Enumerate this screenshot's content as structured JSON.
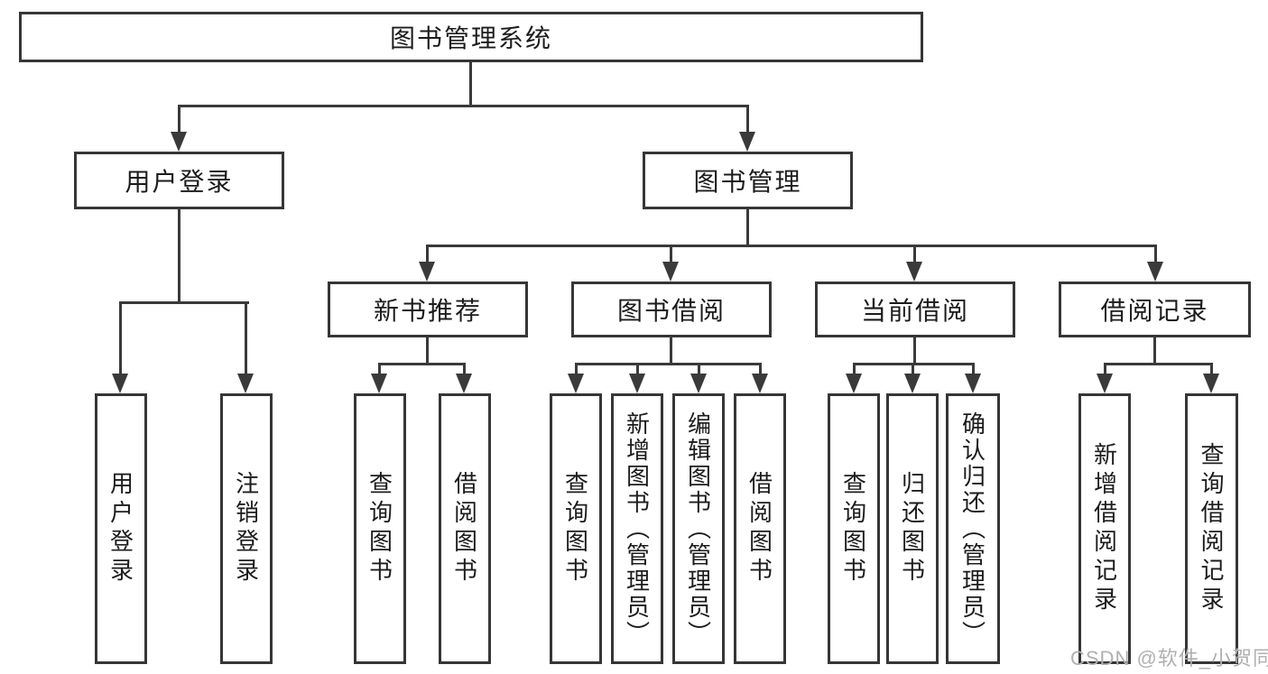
{
  "tree": {
    "root": "图书管理系统",
    "level2": [
      "用户登录",
      "图书管理"
    ],
    "level3": [
      "新书推荐",
      "图书借阅",
      "当前借阅",
      "借阅记录"
    ],
    "leaves": {
      "user_login": [
        "用户登录",
        "注销登录"
      ],
      "new_book": [
        "查询图书",
        "借阅图书"
      ],
      "borrow": [
        "查询图书",
        "新增图书（管理员）",
        "编辑图书（管理员）",
        "借阅图书"
      ],
      "current": [
        "查询图书",
        "归还图书",
        "确认归还（管理员）"
      ],
      "records": [
        "新增借阅记录",
        "查询借阅记录"
      ]
    }
  },
  "watermark": "CSDN @软件_小贺同学",
  "colors": {
    "line": "#3a3a3a",
    "box_border": "#363636",
    "text": "#1c1c1c",
    "watermark": "#b0b0b0",
    "background": "#ffffff"
  }
}
